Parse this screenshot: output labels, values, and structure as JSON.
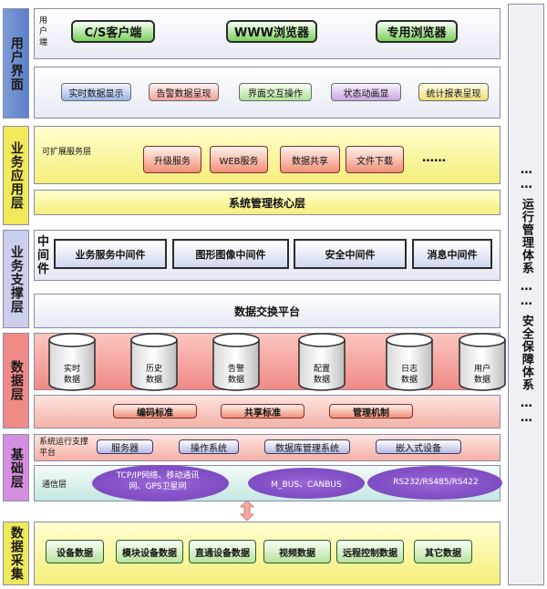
{
  "layers": {
    "user": "用户界面",
    "app": "业务应用层",
    "support": "业务支撑层",
    "data": "数据层",
    "base": "基础层",
    "collect": "数据采集"
  },
  "right_column": {
    "dots1": "……",
    "ops": "运行管理体系",
    "dots2": "……",
    "security": "安全保障体系",
    "dots3": "……"
  },
  "user_interface": {
    "client_label": "用户端",
    "clients": [
      "C/S客户端",
      "WWW浏览器",
      "专用浏览器"
    ],
    "features": [
      "实时数据显示",
      "告警数据呈现",
      "界面交互操作",
      "状态动画显",
      "统计报表呈现"
    ]
  },
  "application": {
    "extensible_label": "可扩展服务层",
    "services": [
      "升级服务",
      "WEB服务",
      "数据共享",
      "文件下载"
    ],
    "more": "……",
    "core": "系统管理核心层"
  },
  "support": {
    "middleware_label": "中间件",
    "middlewares": [
      "业务服务中间件",
      "图形图像中间件",
      "安全中间件",
      "消息中间件"
    ],
    "exchange": "数据交换平台"
  },
  "data_layer": {
    "databases": [
      "实时数据",
      "历史数据",
      "告警数据",
      "配置数据",
      "日志数据",
      "用户数据"
    ],
    "standards": [
      "编码标准",
      "共享标准",
      "管理机制"
    ]
  },
  "base_layer": {
    "platform_label": "系统运行支撑平台",
    "platform_items": [
      "服务器",
      "操作系统",
      "数据库管理系统",
      "嵌入式设备"
    ],
    "comm_label": "通信层",
    "comm_items": [
      "TCP/IP网络、移动通讯网、GPS卫星网",
      "M_BUS、CANBUS",
      "RS232/RS485/RS422"
    ]
  },
  "collection": {
    "items": [
      "设备数据",
      "模块设备数据",
      "直通设备数据",
      "视频数据",
      "远程控制数据",
      "其它数据"
    ]
  },
  "colors": {
    "user_layer": "#5b7fc9",
    "app_layer": "#f0e95a",
    "support_layer": "#c9cfec",
    "data_layer": "#f08a86",
    "base_layer": "#d68fe0",
    "collect_layer": "#f0e95a"
  }
}
